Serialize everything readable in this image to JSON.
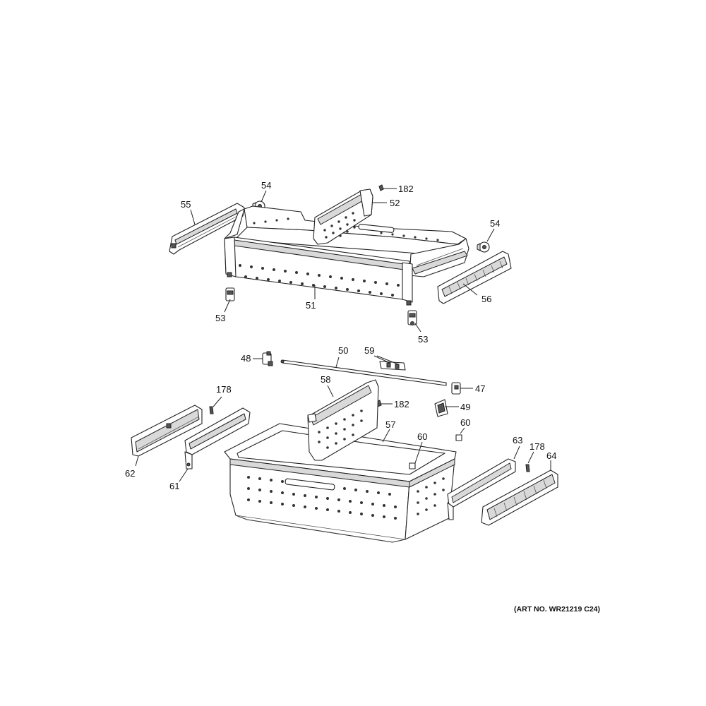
{
  "art_number": "(ART NO. WR21219 C24)",
  "callouts": {
    "c48": "48",
    "c49": "49",
    "c50": "50",
    "c51": "51",
    "c52": "52",
    "c53a": "53",
    "c53b": "53",
    "c54a": "54",
    "c54b": "54",
    "c55": "55",
    "c56": "56",
    "c57": "57",
    "c58": "58",
    "c59": "59",
    "c60a": "60",
    "c60b": "60",
    "c61": "61",
    "c62": "62",
    "c63": "63",
    "c64": "64",
    "c47": "47",
    "c178a": "178",
    "c178b": "178",
    "c182a": "182",
    "c182b": "182"
  }
}
